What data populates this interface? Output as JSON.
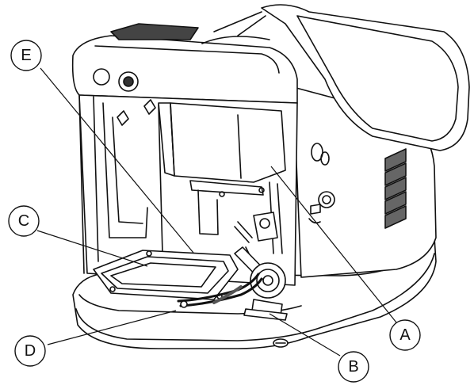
{
  "figure": {
    "callouts": [
      {
        "id": "A",
        "label": "A"
      },
      {
        "id": "B",
        "label": "B"
      },
      {
        "id": "C",
        "label": "C"
      },
      {
        "id": "D",
        "label": "D"
      },
      {
        "id": "E",
        "label": "E"
      }
    ]
  }
}
